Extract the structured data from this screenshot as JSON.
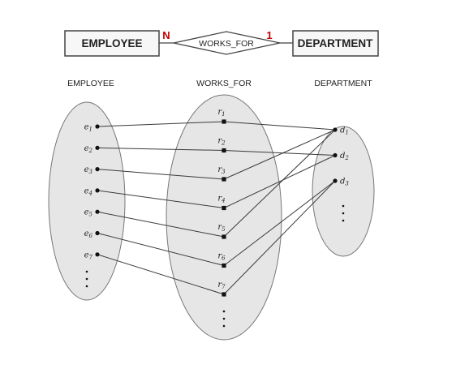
{
  "er": {
    "left_entity": "EMPLOYEE",
    "relationship": "WORKS_FOR",
    "right_entity": "DEPARTMENT",
    "left_cardinality": "N",
    "right_cardinality": "1",
    "cardinality_color": "#c00000"
  },
  "headers": {
    "employee": "EMPLOYEE",
    "works_for": "WORKS_FOR",
    "department": "DEPARTMENT"
  },
  "employees": [
    {
      "base": "e",
      "sub": "1"
    },
    {
      "base": "e",
      "sub": "2"
    },
    {
      "base": "e",
      "sub": "3"
    },
    {
      "base": "e",
      "sub": "4"
    },
    {
      "base": "e",
      "sub": "5"
    },
    {
      "base": "e",
      "sub": "6"
    },
    {
      "base": "e",
      "sub": "7"
    }
  ],
  "relationships": [
    {
      "base": "r",
      "sub": "1"
    },
    {
      "base": "r",
      "sub": "2"
    },
    {
      "base": "r",
      "sub": "3"
    },
    {
      "base": "r",
      "sub": "4"
    },
    {
      "base": "r",
      "sub": "5"
    },
    {
      "base": "r",
      "sub": "6"
    },
    {
      "base": "r",
      "sub": "7"
    }
  ],
  "departments": [
    {
      "base": "d",
      "sub": "1"
    },
    {
      "base": "d",
      "sub": "2"
    },
    {
      "base": "d",
      "sub": "3"
    }
  ],
  "links": [
    {
      "employee": 1,
      "relationship": 1,
      "department": 1
    },
    {
      "employee": 2,
      "relationship": 2,
      "department": 2
    },
    {
      "employee": 3,
      "relationship": 3,
      "department": 1
    },
    {
      "employee": 4,
      "relationship": 4,
      "department": 2
    },
    {
      "employee": 5,
      "relationship": 5,
      "department": 1
    },
    {
      "employee": 6,
      "relationship": 6,
      "department": 3
    },
    {
      "employee": 7,
      "relationship": 7,
      "department": 3
    }
  ]
}
